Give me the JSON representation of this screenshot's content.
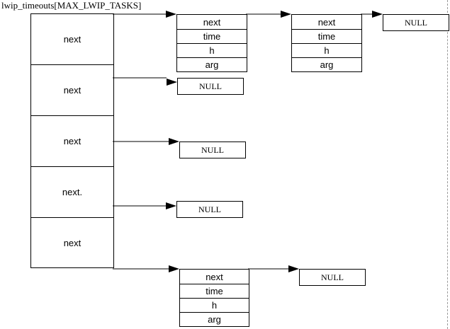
{
  "title": "lwip_timeouts[MAX_LWIP_TASKS]",
  "array_slots": [
    "next",
    "next",
    "next",
    "next.",
    "next"
  ],
  "node_fields": [
    "next",
    "time",
    "h",
    "arg"
  ],
  "null_label": "NULL"
}
